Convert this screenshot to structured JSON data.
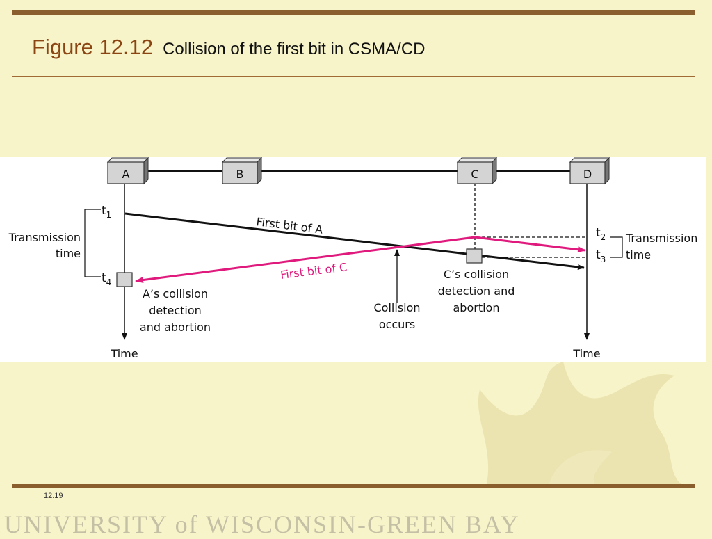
{
  "title": {
    "figure": "Figure 12.12",
    "caption": "Collision of the first bit in CSMA/CD"
  },
  "stations": [
    "A",
    "B",
    "C",
    "D"
  ],
  "labels": {
    "t1": "t",
    "t1_sub": "1",
    "t2": "t",
    "t2_sub": "2",
    "t3": "t",
    "t3_sub": "3",
    "t4": "t",
    "t4_sub": "4",
    "tx_left_1": "Transmission",
    "tx_left_2": "time",
    "tx_right_1": "Transmission",
    "tx_right_2": "time",
    "first_bit_a": "First bit of A",
    "first_bit_c": "First bit of C",
    "a_detect_1": "A’s collision",
    "a_detect_2": "detection",
    "a_detect_3": "and abortion",
    "c_detect_1": "C’s collision",
    "c_detect_2": "detection and",
    "c_detect_3": "abortion",
    "collision_1": "Collision",
    "collision_2": "occurs",
    "time_left": "Time",
    "time_right": "Time"
  },
  "colors": {
    "accent": "#e0197d",
    "brown": "#8b5e2e",
    "background": "#f8f4c9"
  },
  "footer": {
    "slide_number": "12.19",
    "university": "UNIVERSITY of WISCONSIN-GREEN BAY"
  }
}
